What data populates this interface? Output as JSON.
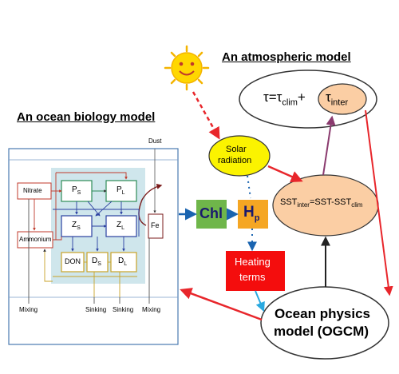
{
  "headings": {
    "atmosphere": "An atmospheric model",
    "ocean_biology": "An ocean biology model"
  },
  "biology_box": {
    "dust": "Dust",
    "nitrate": "Nitrate",
    "ammonium": "Ammonium",
    "ps": {
      "base": "P",
      "sub": "S"
    },
    "pl": {
      "base": "P",
      "sub": "L"
    },
    "zs": {
      "base": "Z",
      "sub": "S"
    },
    "zl": {
      "base": "Z",
      "sub": "L"
    },
    "don": "DON",
    "ds": {
      "base": "D",
      "sub": "S"
    },
    "dl": {
      "base": "D",
      "sub": "L"
    },
    "fe": "Fe",
    "bottom_labels": [
      "Mixing",
      "Sinking",
      "Sinking",
      "Mixing"
    ]
  },
  "chl": "Chl",
  "hp": {
    "base": "H",
    "sub": "p"
  },
  "solar": {
    "line1": "Solar",
    "line2": "radiation"
  },
  "heating": {
    "line1": "Heating",
    "line2": "terms"
  },
  "tau": {
    "lhs": "τ=τ",
    "clim_sub": "clim",
    "plus": "+",
    "inter_base": "τ",
    "inter_sub": "inter"
  },
  "sst": {
    "a": "SST",
    "a_sub": "inter",
    "b": "=SST-SST",
    "b_sub": "clim"
  },
  "ocean_physics": {
    "line1": "Ocean physics",
    "line2": "model (OGCM)"
  },
  "colors": {
    "red_arrow": "#e8262b",
    "blue_arrow": "#1a64b0",
    "chl_fill": "#6fb64a",
    "hp_fill": "#f5a623",
    "heating_fill": "#f40d0d",
    "solar_fill": "#fbf300",
    "peach_fill": "#fbcea4",
    "sun": "#ffd700",
    "bio_panel": "#cfe6ec",
    "purple_arrow": "#8a3a6e"
  }
}
